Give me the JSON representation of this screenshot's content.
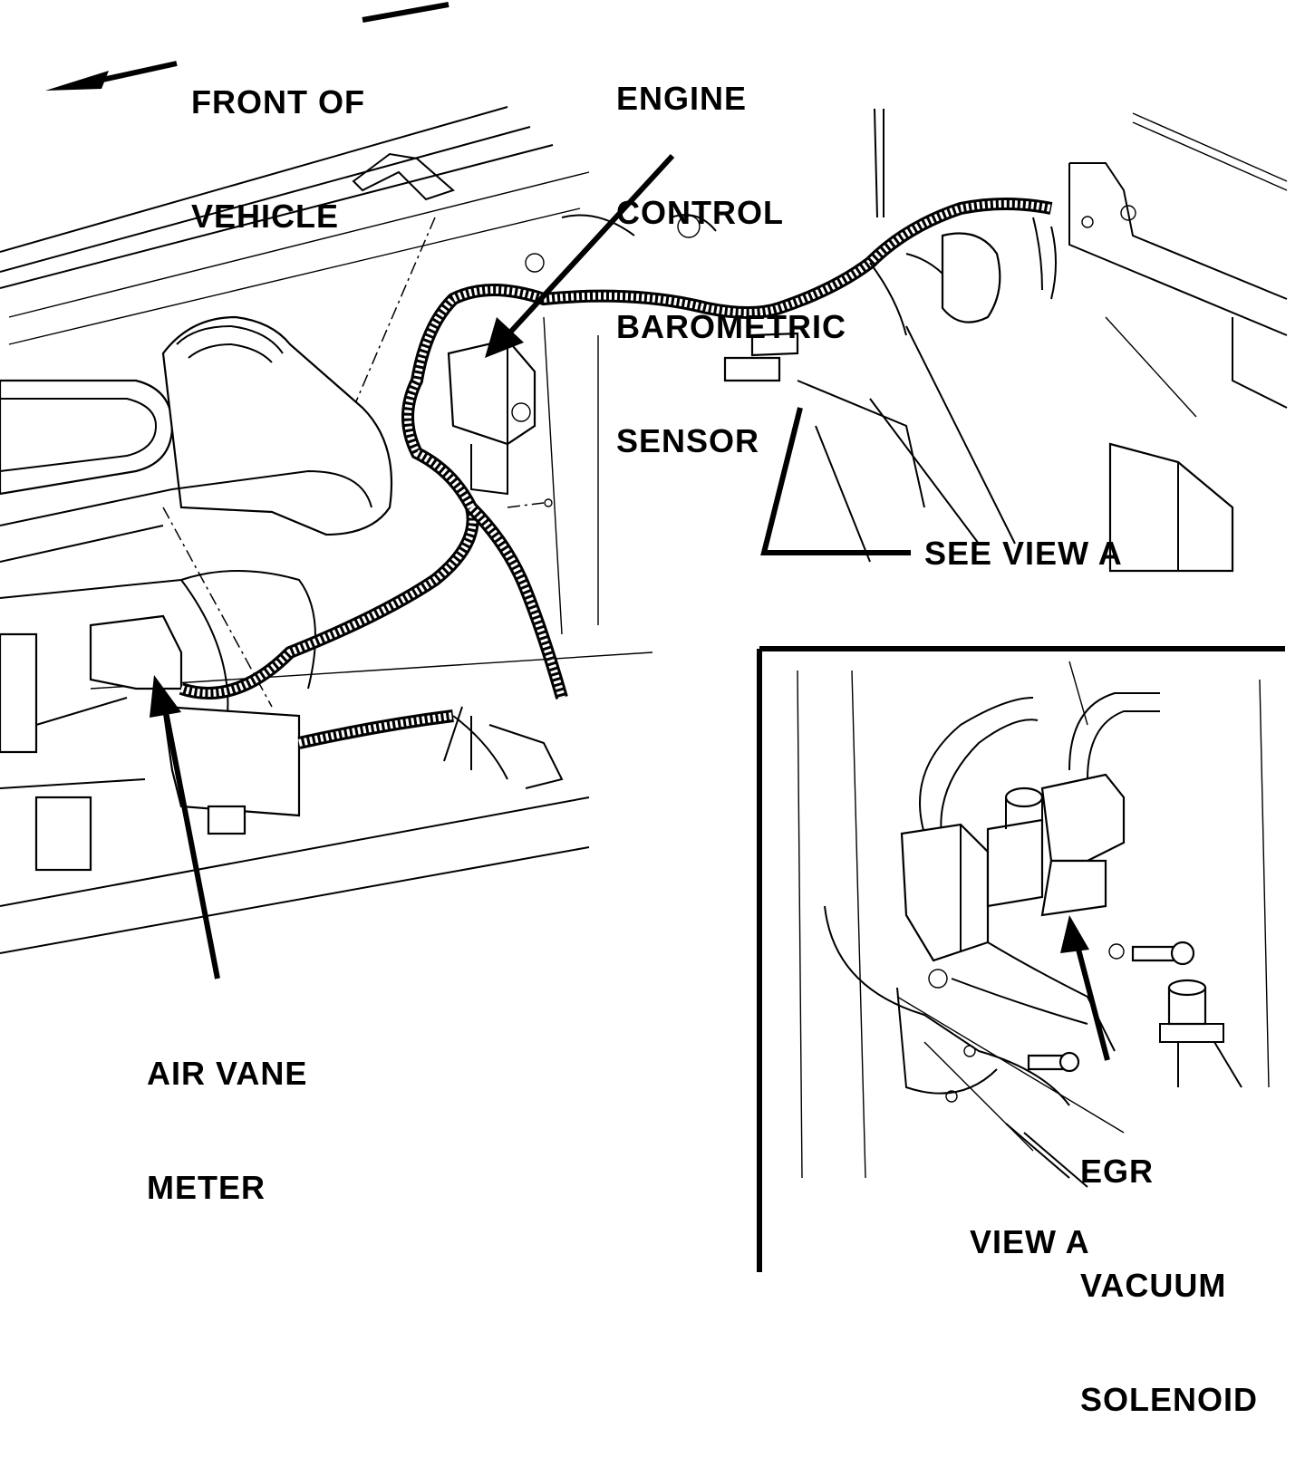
{
  "labels": {
    "front_of_vehicle": [
      "FRONT OF",
      "VEHICLE"
    ],
    "barometric_sensor": [
      "ENGINE",
      "CONTROL",
      "BAROMETRIC",
      "SENSOR"
    ],
    "see_view_a": "SEE VIEW A",
    "air_vane_meter": [
      "AIR VANE",
      "METER"
    ],
    "egr_solenoid": [
      "EGR",
      "VACUUM",
      "SOLENOID"
    ],
    "view_a_caption": "VIEW A"
  }
}
